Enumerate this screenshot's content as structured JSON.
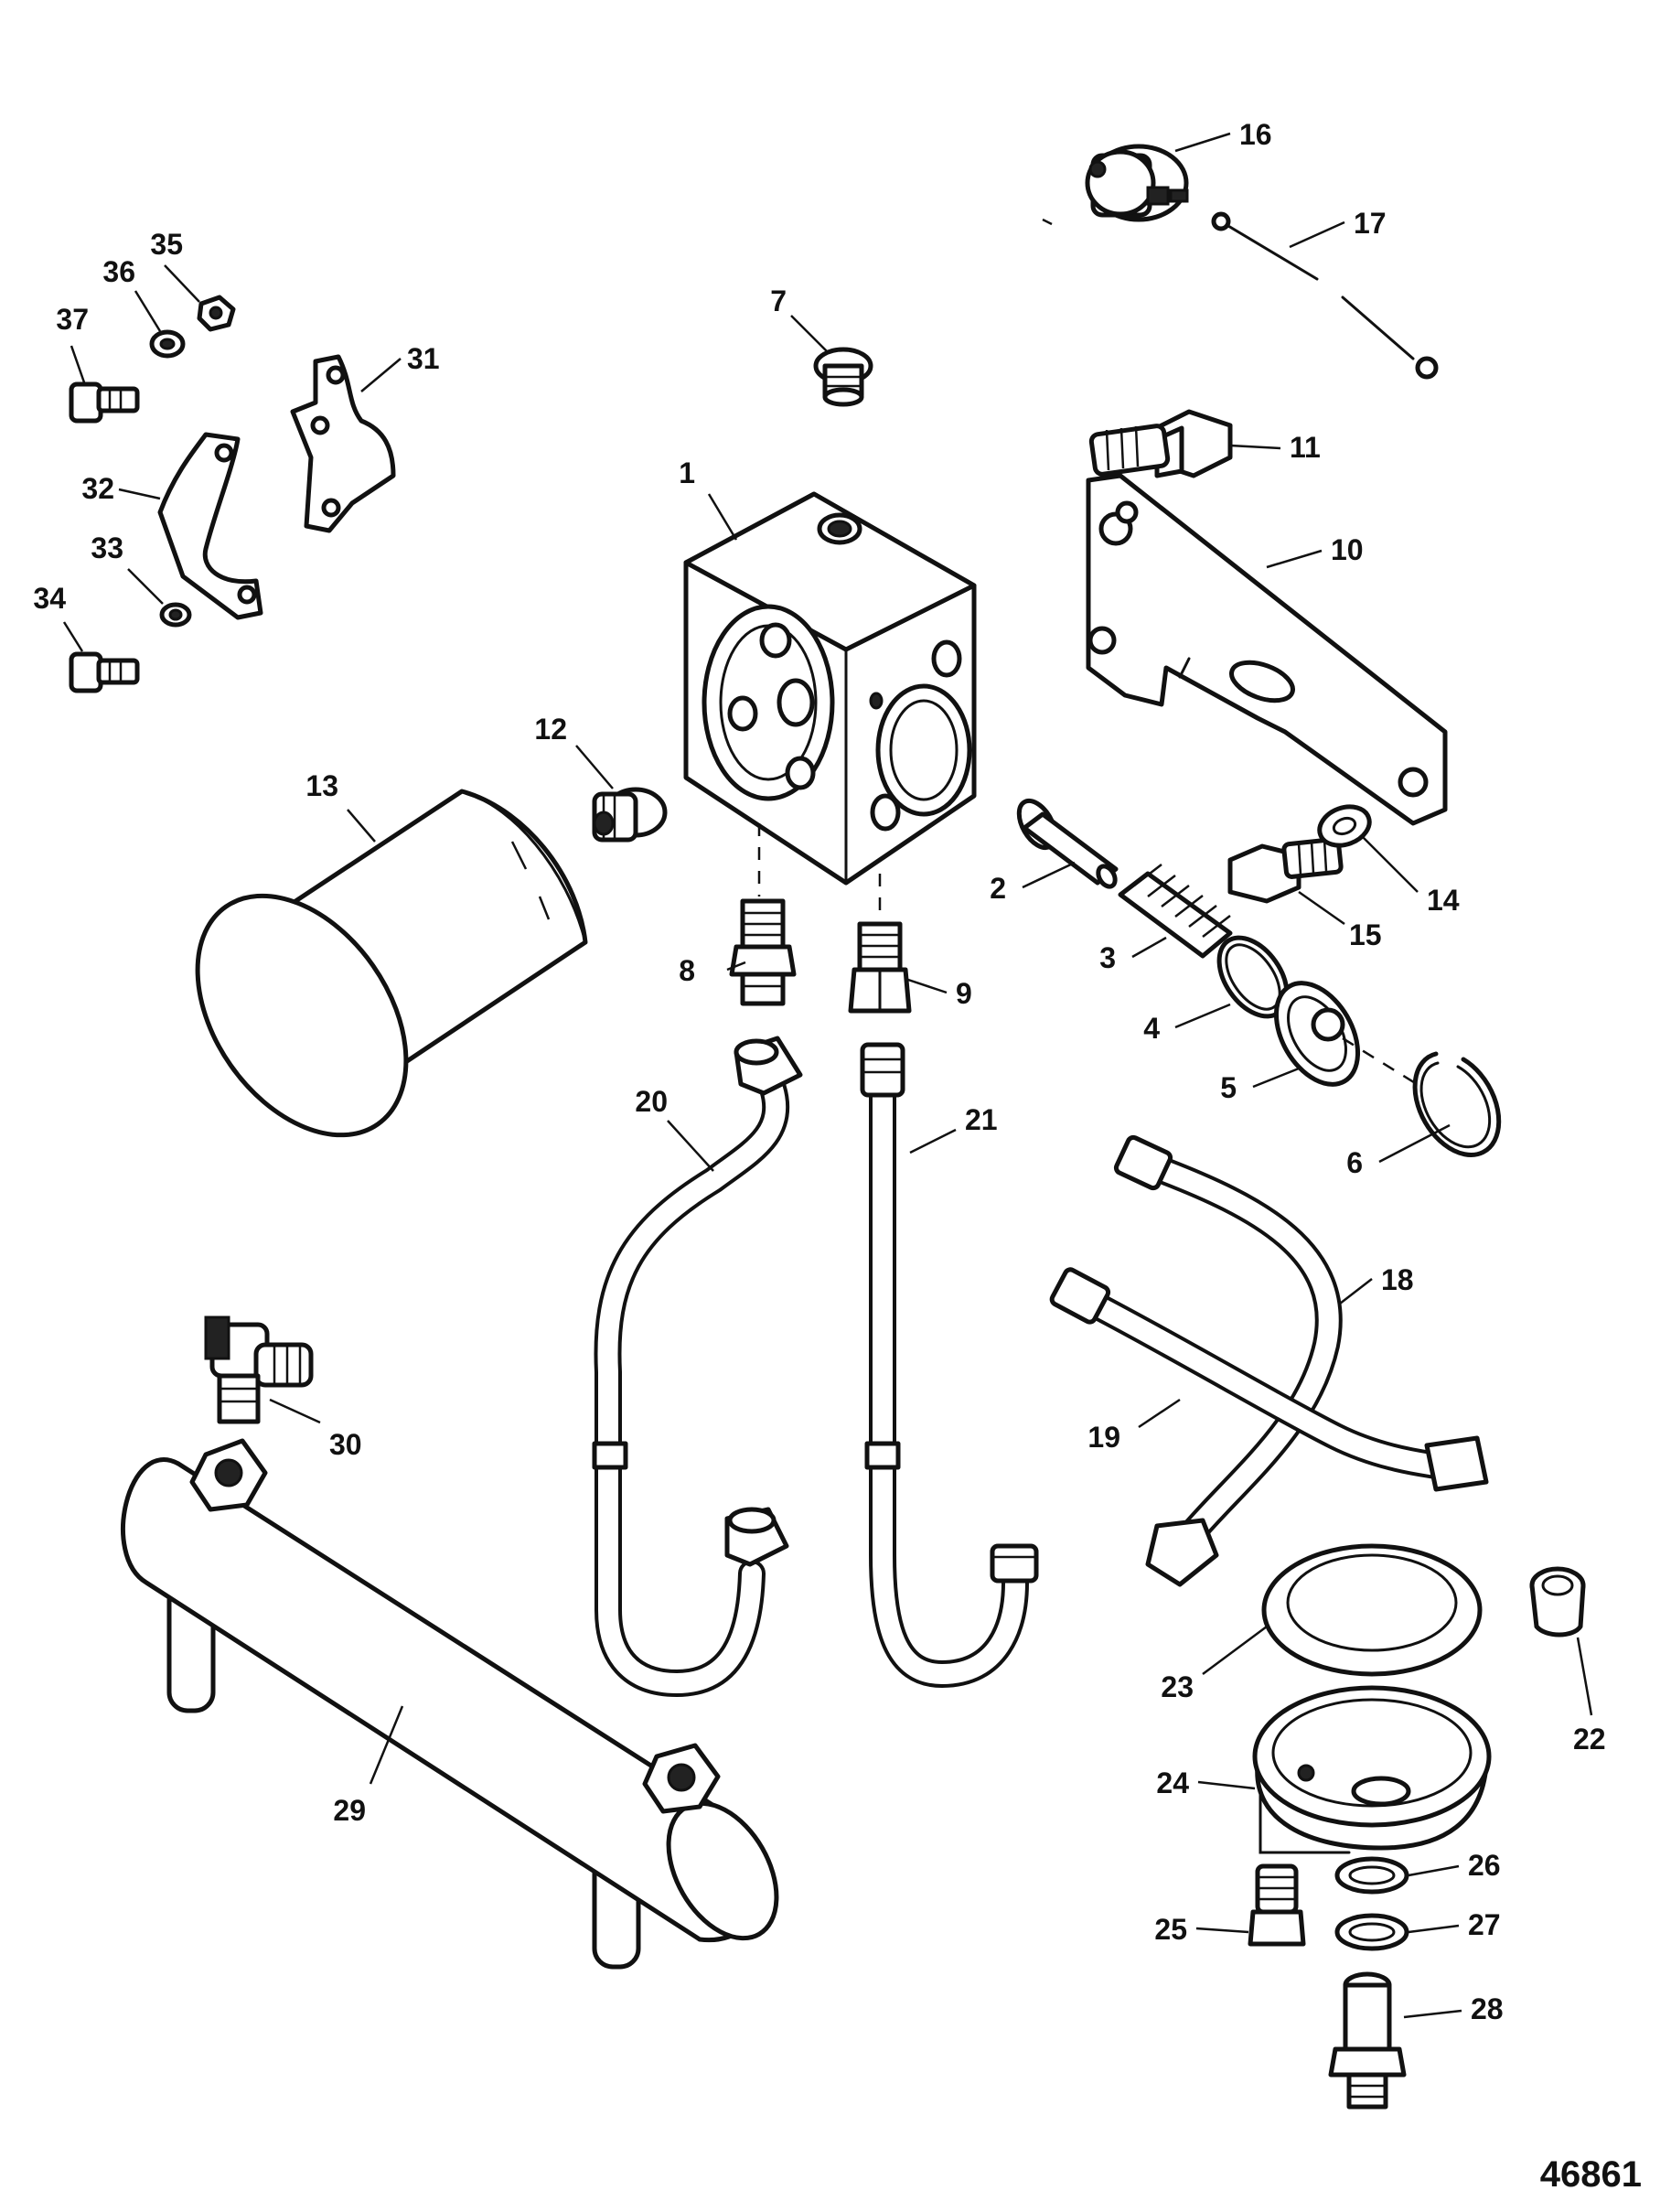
{
  "figure_number": "46861",
  "callouts": [
    "1",
    "2",
    "3",
    "4",
    "5",
    "6",
    "7",
    "8",
    "9",
    "10",
    "11",
    "12",
    "13",
    "14",
    "15",
    "16",
    "17",
    "18",
    "19",
    "20",
    "21",
    "22",
    "23",
    "24",
    "25",
    "26",
    "27",
    "28",
    "29",
    "30",
    "31",
    "32",
    "33",
    "34",
    "35",
    "36",
    "37"
  ],
  "colors": {
    "line": "#111111",
    "background": "#ffffff"
  }
}
